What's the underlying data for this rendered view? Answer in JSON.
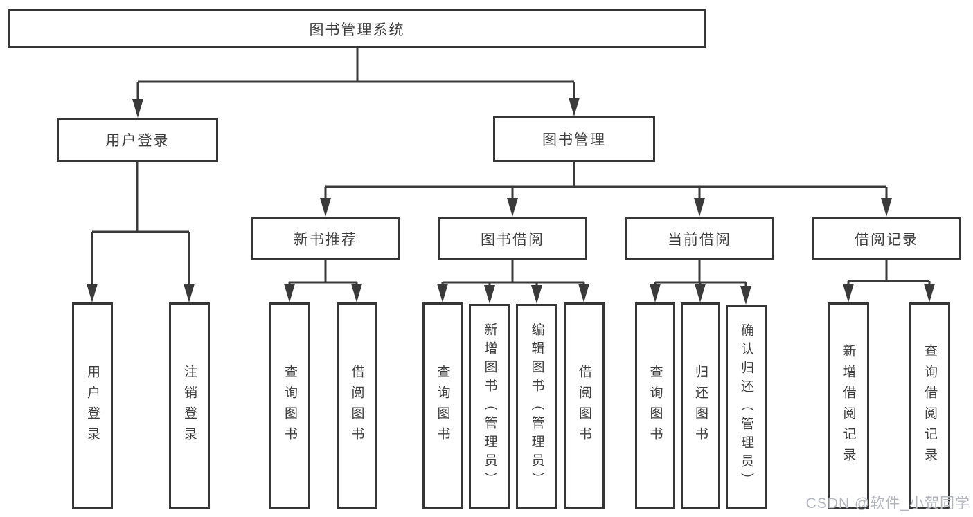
{
  "diagram_title": "图书管理系统",
  "nodes": {
    "root": "图书管理系统",
    "user_login": "用户登录",
    "book_mgmt": "图书管理",
    "new_book_rec": "新书推荐",
    "book_borrow": "图书借阅",
    "current_borrow": "当前借阅",
    "borrow_record": "借阅记录",
    "leaf_user_login": "用户登录",
    "leaf_logout": "注销登录",
    "leaf_rec_query": "查询图书",
    "leaf_rec_borrow": "借阅图书",
    "leaf_bb_query": "查询图书",
    "leaf_bb_add": "新增图书（管理员）",
    "leaf_bb_edit": "编辑图书（管理员）",
    "leaf_bb_borrow": "借阅图书",
    "leaf_cb_query": "查询图书",
    "leaf_cb_return": "归还图书",
    "leaf_cb_confirm": "确认归还（管理员）",
    "leaf_br_add": "新增借阅记录",
    "leaf_br_query": "查询借阅记录"
  },
  "watermark": "CSDN @软件_小贺同学",
  "colors": {
    "line": "#3a3a3a",
    "box_border": "#363636",
    "text": "#3d3d3d",
    "watermark": "#b3b7bd",
    "background": "#ffffff"
  }
}
